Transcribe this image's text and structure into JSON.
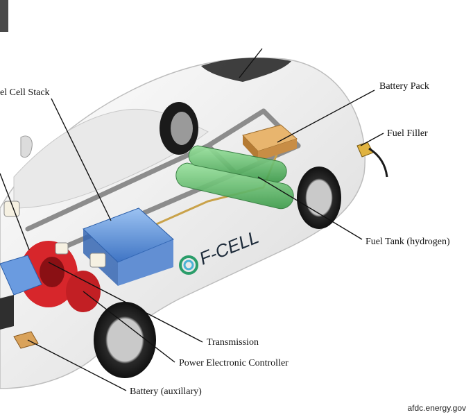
{
  "labels": {
    "fuel_cell_stack": "el Cell Stack",
    "battery_pack": "Battery Pack",
    "fuel_filler": "Fuel Filler",
    "fuel_tank": "Fuel Tank (hydrogen)",
    "transmission": "Transmission",
    "power_electronic_controller": "Power Electronic Controller",
    "battery_auxiliary": "Battery (auxillary)"
  },
  "car_branding": "F-CELL",
  "credit": "afdc.energy.gov",
  "colors": {
    "fuel_cell_stack": "#5b8fd6",
    "battery_pack": "#d9a25a",
    "fuel_tank": "#5fbf6a",
    "motor": "#d7262b",
    "car_body": "#f2f2f2"
  }
}
